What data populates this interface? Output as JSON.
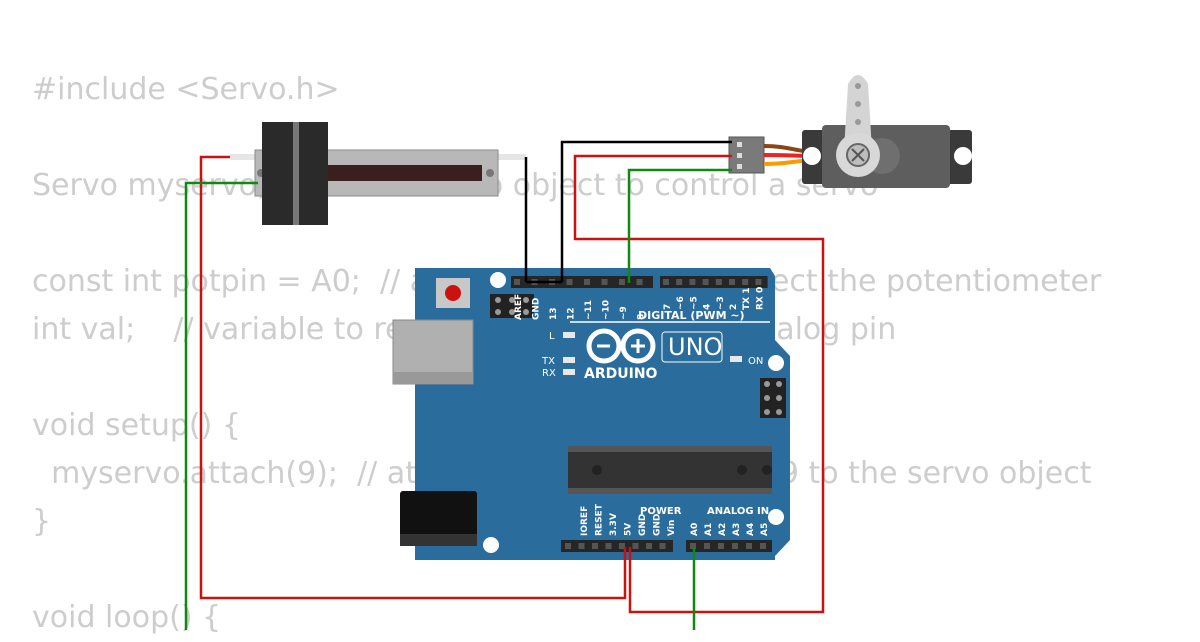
{
  "code_lines": [
    "#include <Servo.h>",
    "",
    "Servo myservo;  // create servo object to control a servo",
    "",
    "const int potpin = A0;  // analog pin used to connect the potentiometer",
    "int val;    // variable to read the value from the analog pin",
    "",
    "void setup() {",
    "  myservo.attach(9);  // attaches the servo on pin 9 to the servo object",
    "}",
    "",
    "void loop() {"
  ],
  "board": {
    "brand": "ARDUINO",
    "model": "UNO",
    "digital_header_label": "DIGITAL (PWM ~)",
    "power_label": "POWER",
    "analog_label": "ANALOG IN",
    "led_l": "L",
    "led_tx": "TX",
    "led_rx": "RX",
    "led_on": "ON",
    "digital_pins": [
      "AREF",
      "GND",
      "13",
      "12",
      "~11",
      "~10",
      "~9",
      "8",
      "7",
      "~6",
      "~5",
      "4",
      "~3",
      "2",
      "TX 1",
      "RX 0"
    ],
    "power_pins": [
      "IOREF",
      "RESET",
      "3.3V",
      "5V",
      "GND",
      "GND",
      "Vin"
    ],
    "analog_pins": [
      "A0",
      "A1",
      "A2",
      "A3",
      "A4",
      "A5"
    ]
  },
  "wire_colors": {
    "ground": "#000000",
    "power": "#cc1111",
    "signal": "#118811"
  },
  "colors": {
    "board": "#2a6c9b",
    "code_text": "#cdcdcd"
  }
}
